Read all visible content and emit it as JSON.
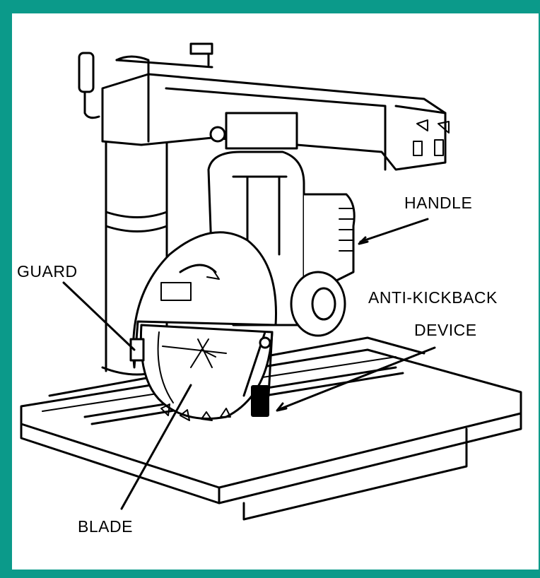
{
  "diagram": {
    "labels": {
      "handle": "HANDLE",
      "guard": "GUARD",
      "anti_kickback_line1": "ANTI-KICKBACK",
      "anti_kickback_line2": "DEVICE",
      "blade": "BLADE"
    },
    "frame_color": "#0b9a8a"
  }
}
